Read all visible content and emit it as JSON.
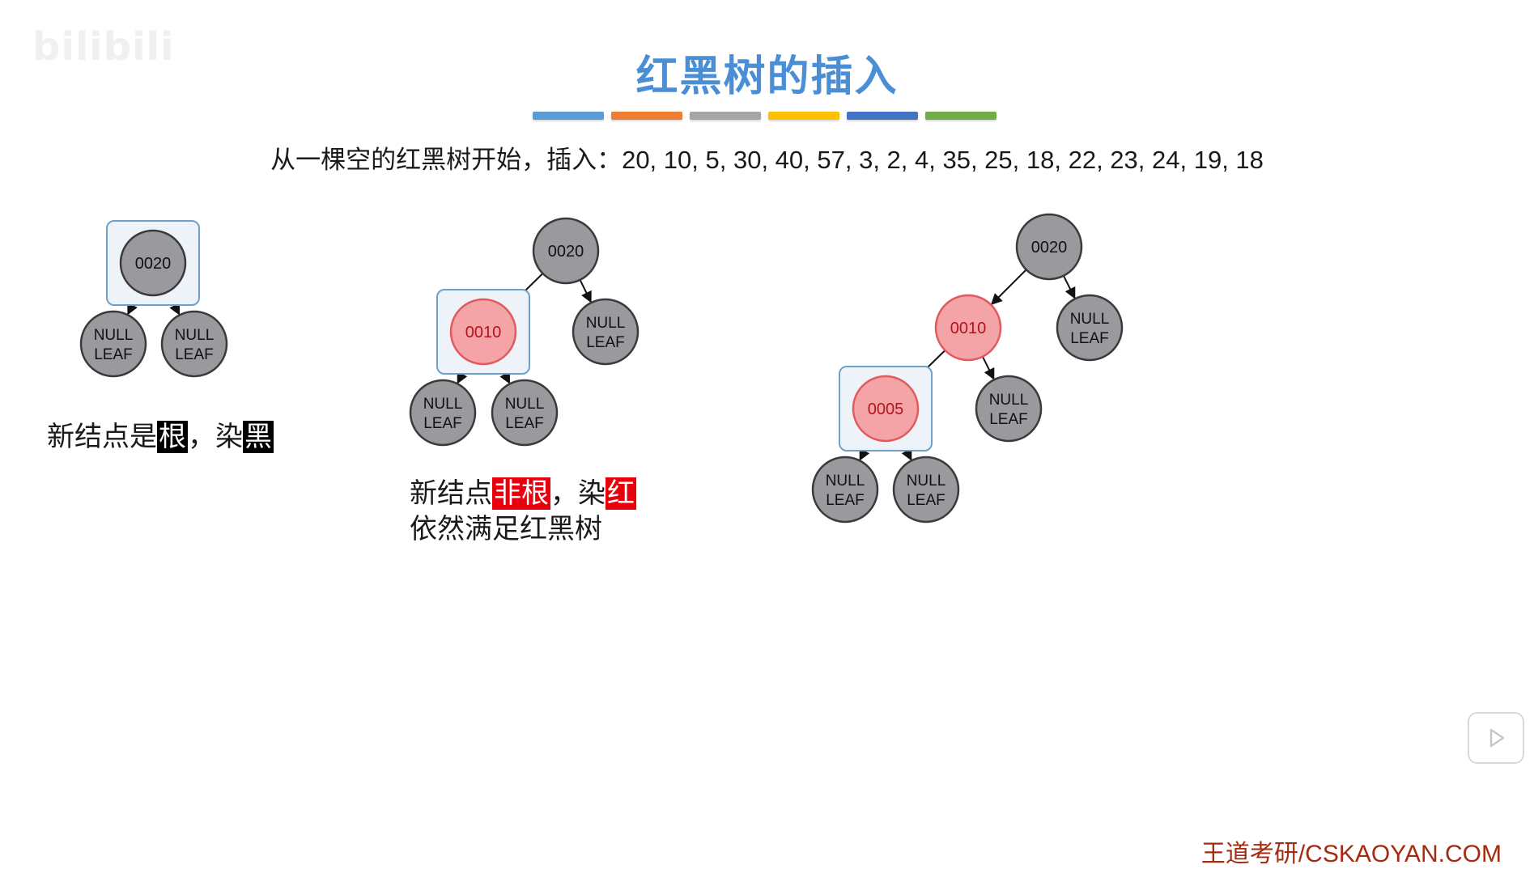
{
  "watermark": "bilibili",
  "title": "红黑树的插入",
  "accent_colors": [
    "#5b9bd5",
    "#ed7d31",
    "#a5a5a5",
    "#ffc000",
    "#4472c4",
    "#70ad47"
  ],
  "sequence": {
    "prefix": "从一棵空的红黑树开始，插入：",
    "numbers": "20, 10, 5, 30, 40, 57, 3, 2, 4, 35, 25, 18, 22, 23, 24, 19, 18"
  },
  "colors": {
    "black_node": "#9a9a9e",
    "red_node": "#f4a4a6",
    "highlight_box": "#6fa0c8"
  },
  "trees": [
    {
      "nodes": [
        {
          "label": "0020",
          "color": "black",
          "highlight": true
        },
        {
          "label": "NULL LEAF",
          "color": "black"
        },
        {
          "label": "NULL LEAF",
          "color": "black"
        }
      ]
    },
    {
      "nodes": [
        {
          "label": "0020",
          "color": "black"
        },
        {
          "label": "0010",
          "color": "red",
          "highlight": true
        },
        {
          "label": "NULL LEAF",
          "color": "black"
        },
        {
          "label": "NULL LEAF",
          "color": "black"
        },
        {
          "label": "NULL LEAF",
          "color": "black"
        }
      ]
    },
    {
      "nodes": [
        {
          "label": "0020",
          "color": "black"
        },
        {
          "label": "0010",
          "color": "red"
        },
        {
          "label": "NULL LEAF",
          "color": "black"
        },
        {
          "label": "0005",
          "color": "red",
          "highlight": true
        },
        {
          "label": "NULL LEAF",
          "color": "black"
        },
        {
          "label": "NULL LEAF",
          "color": "black"
        },
        {
          "label": "NULL LEAF",
          "color": "black"
        }
      ]
    }
  ],
  "captions": {
    "c1": {
      "a": "新结点是",
      "b": "根",
      "c": "，染",
      "d": "黑"
    },
    "c2": {
      "a": "新结点",
      "b": "非根",
      "c": "，染",
      "d": "红",
      "line2": "依然满足红黑树"
    }
  },
  "footer": "王道考研/CSKAOYAN.COM"
}
